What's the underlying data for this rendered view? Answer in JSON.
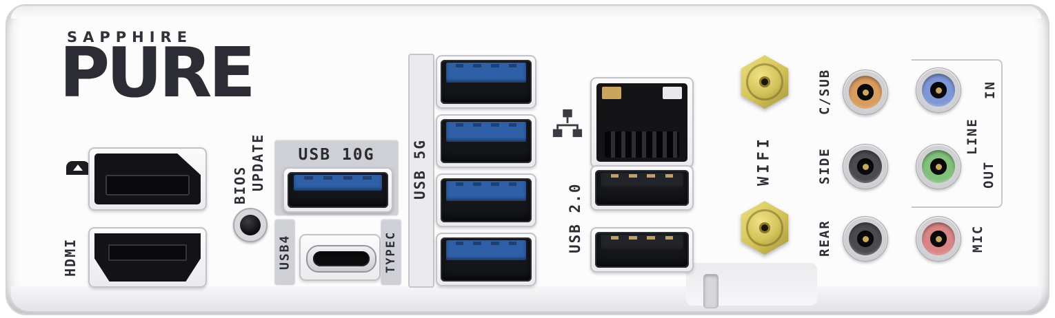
{
  "brand": {
    "name": "SAPPHIRE",
    "model": "PURE"
  },
  "labels": {
    "displayport_icon": "displayport-logo",
    "hdmi": "HDMI",
    "bios_line1": "BIOS",
    "bios_line2": "UPDATE",
    "usb10g": "USB 10G",
    "usb4": "USB4",
    "typec": "TYPEC",
    "usb5g": "USB 5G",
    "usb20": "USB 2.0",
    "wifi": "WIFI",
    "csub": "C/SUB",
    "side": "SIDE",
    "rear": "REAR",
    "line": "LINE",
    "line_in": "IN",
    "line_out": "OUT",
    "mic": "MIC"
  },
  "colors": {
    "usb_blue": "#2f5fa6",
    "usb2_black": "#23242a",
    "antenna_gold": "#d3c258",
    "jack_csub": "#d99c60",
    "jack_side": "#4a4a50",
    "jack_rear": "#4a4a50",
    "jack_in": "#7e97d6",
    "jack_out": "#82c17b",
    "jack_mic": "#d98585",
    "label_text": "#2e2f36"
  }
}
